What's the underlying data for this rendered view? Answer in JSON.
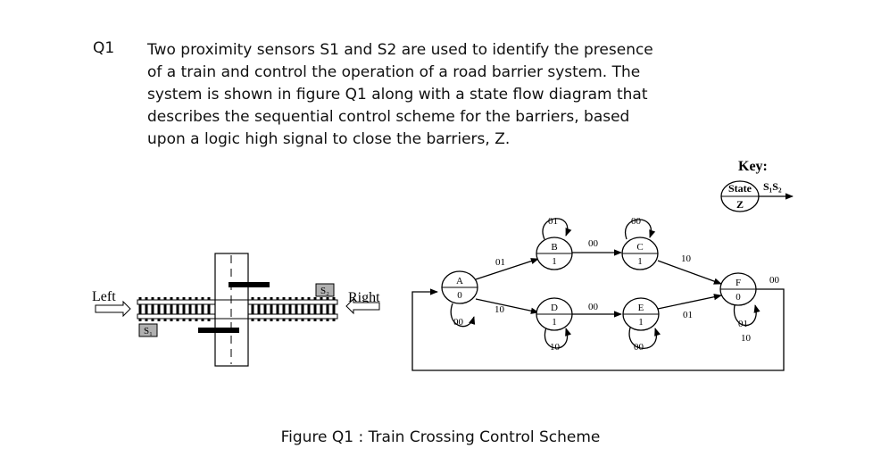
{
  "question": {
    "number": "Q1",
    "lines": [
      "Two proximity sensors S1 and S2 are used to identify the presence",
      "of a train and control the operation of a road barrier system. The",
      "system is shown in figure Q1 along with a state flow diagram that",
      "describes the sequential control scheme for the barriers, based",
      "upon a logic high signal to close  the barriers, Z."
    ]
  },
  "key": {
    "title": "Key:",
    "state_label": "State",
    "output_label": "Z",
    "input_label": "S₁S₂"
  },
  "track": {
    "left_label": "Left",
    "right_label": "Right",
    "sensor1": "S₁",
    "sensor2": "S₂"
  },
  "states": [
    {
      "name": "A",
      "z": "0"
    },
    {
      "name": "B",
      "z": "1"
    },
    {
      "name": "C",
      "z": "1"
    },
    {
      "name": "D",
      "z": "1"
    },
    {
      "name": "E",
      "z": "1"
    },
    {
      "name": "F",
      "z": "0"
    }
  ],
  "transitions": [
    {
      "from": "A",
      "to": "B",
      "input": "01"
    },
    {
      "from": "B",
      "to": "C",
      "input": "00"
    },
    {
      "from": "C",
      "to": "F",
      "input": "10"
    },
    {
      "from": "A",
      "to": "D",
      "input": "10"
    },
    {
      "from": "D",
      "to": "E",
      "input": "00"
    },
    {
      "from": "E",
      "to": "F",
      "input": "01"
    },
    {
      "from": "F",
      "to": "A",
      "input": "00"
    }
  ],
  "self_loops": [
    {
      "state": "A",
      "input": "00"
    },
    {
      "state": "B",
      "input": "01"
    },
    {
      "state": "C",
      "input": "00"
    },
    {
      "state": "D",
      "input": "10"
    },
    {
      "state": "E",
      "input": "00"
    },
    {
      "state": "F",
      "input": "01"
    }
  ],
  "extra_labels": {
    "f_second_loop_input": "10"
  },
  "caption": "Figure Q1 : Train Crossing Control Scheme"
}
